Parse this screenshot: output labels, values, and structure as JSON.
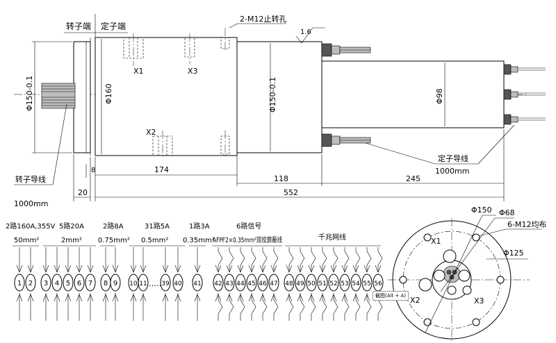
{
  "side_view": {
    "rotor_end_label": "转子端",
    "stator_end_label": "定子端",
    "mount_hole_label": "2-M12止转孔",
    "roughness_label": "1.6",
    "dia_150_left": "Φ150-0.1",
    "dia_160": "Φ160",
    "dia_150_mid": "Φ150-0.1",
    "dia_98": "Φ98",
    "hole_x1": "X1",
    "hole_x3": "X3",
    "hole_x2": "X2",
    "dim_8": "8",
    "dim_174": "174",
    "dim_118": "118",
    "dim_245": "245",
    "dim_20": "20",
    "dim_552": "552",
    "rotor_lead_label": "转子导线",
    "rotor_lead_length": "1000mm",
    "stator_lead_label": "定子导线",
    "stator_lead_length": "1000mm"
  },
  "wiring": {
    "groups": [
      {
        "title": "2路160A,355V",
        "wire": "50mm²",
        "pins": [
          "1",
          "2"
        ]
      },
      {
        "title": "5路20A",
        "wire": "2mm²",
        "pins": [
          "3",
          "4",
          "5",
          "6",
          "7"
        ]
      },
      {
        "title": "2路8A",
        "wire": "0.75mm²",
        "pins": [
          "8",
          "9"
        ]
      },
      {
        "title": "31路5A",
        "wire": "0.5mm²",
        "pins": [
          "10",
          "11",
          "39",
          "40"
        ]
      },
      {
        "title": "1路3A",
        "wire": "0.35mm²",
        "pins": [
          "41"
        ]
      },
      {
        "title": "6路信号",
        "wire": "AFPF2×0.35mm²双绞屏蔽线",
        "pins": [
          "42",
          "43",
          "44",
          "45",
          "46",
          "47"
        ]
      },
      {
        "title": "千兆网线",
        "wire": "",
        "pins": [
          "48",
          "49",
          "50",
          "51",
          "52",
          "53",
          "54",
          "55",
          "56"
        ]
      }
    ],
    "ellipsis": "……"
  },
  "end_view": {
    "dia_150": "Φ150",
    "dia_68": "Φ68",
    "holes_label": "6-M12均布",
    "dia_125": "Φ125",
    "x1": "X1",
    "x2": "X2",
    "x3": "X3"
  },
  "tooltip": {
    "text": "截图(Alt + A)"
  }
}
